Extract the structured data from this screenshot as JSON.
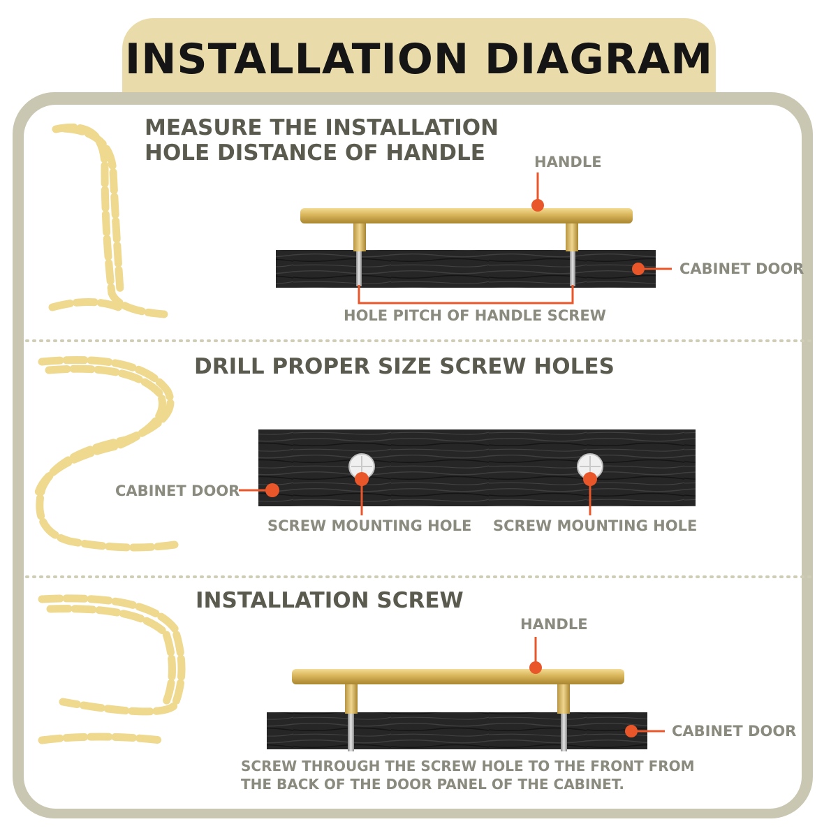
{
  "header": {
    "title": "INSTALLATION DIAGRAM"
  },
  "steps": [
    {
      "title_line1": "MEASURE THE INSTALLATION",
      "title_line2": "HOLE DISTANCE OF HANDLE",
      "labels": {
        "handle": "HANDLE",
        "door": "CABINET DOOR",
        "pitch": "HOLE PITCH OF HANDLE SCREW"
      }
    },
    {
      "title": "DRILL PROPER SIZE SCREW HOLES",
      "labels": {
        "door": "CABINET DOOR",
        "hole_left": "SCREW MOUNTING HOLE",
        "hole_right": "SCREW MOUNTING HOLE"
      }
    },
    {
      "title": "INSTALLATION SCREW",
      "labels": {
        "handle": "HANDLE",
        "door": "CABINET DOOR"
      },
      "note_line1": "SCREW THROUGH THE SCREW HOLE TO THE FRONT FROM",
      "note_line2": "THE BACK OF THE DOOR PANEL OF THE CABINET."
    }
  ],
  "colors": {
    "tab": "#eadcaa",
    "frame": "#c9c7b2",
    "accent": "#e8562a",
    "gold": "#d9b85c",
    "wood": "#262626",
    "rope": "#eed98f"
  }
}
